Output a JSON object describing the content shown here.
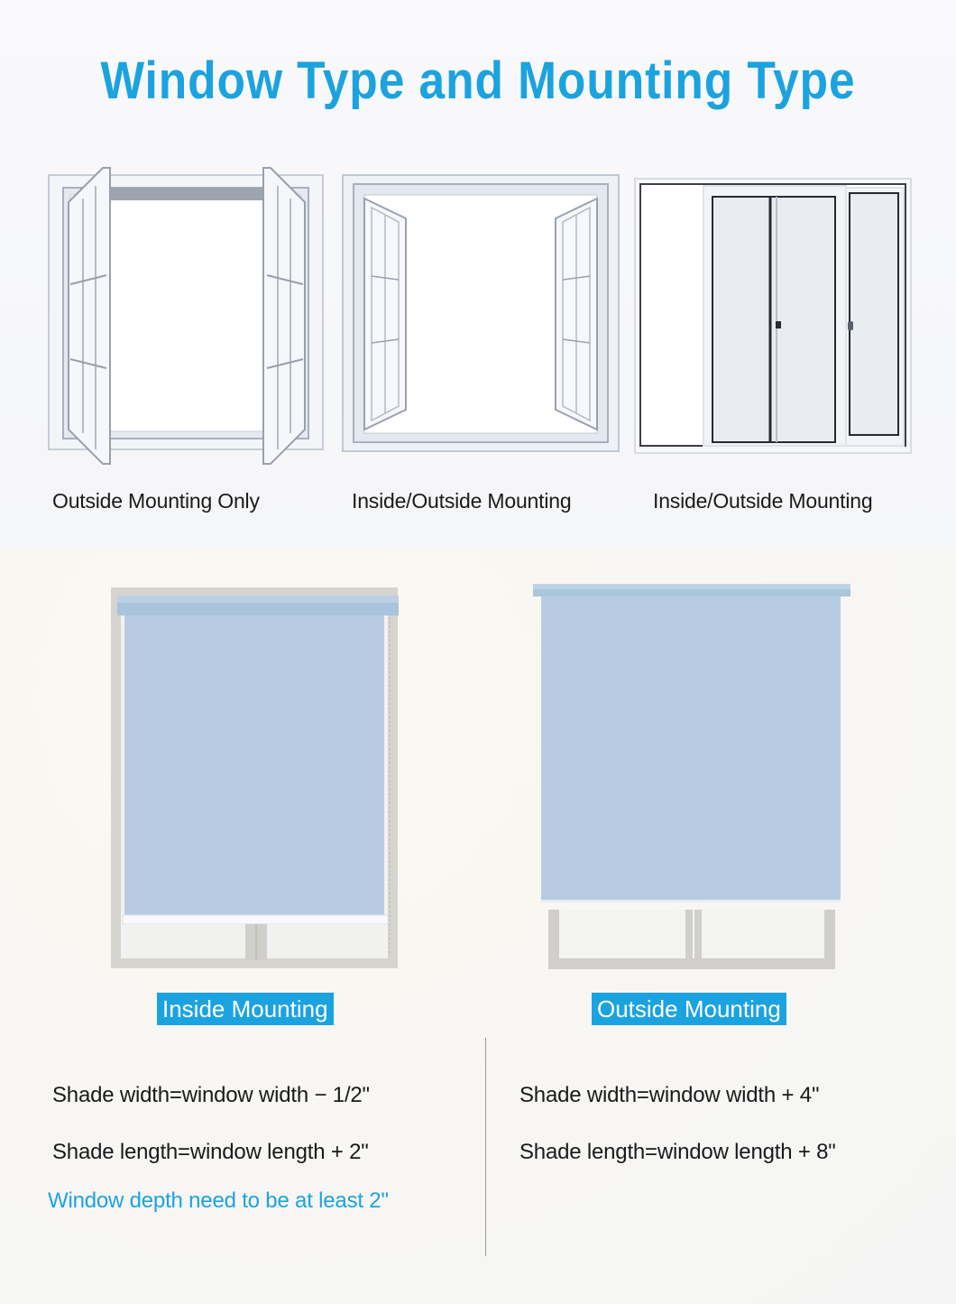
{
  "title": "Window Type and Mounting Type",
  "window_types": [
    {
      "icon": "casement-window-outward-icon",
      "caption": "Outside Mounting Only"
    },
    {
      "icon": "casement-window-inward-icon",
      "caption": "Inside/Outside Mounting"
    },
    {
      "icon": "sliding-window-icon",
      "caption": "Inside/Outside Mounting"
    }
  ],
  "mounting": {
    "inside": {
      "label": "Inside Mounting",
      "width_rule": "Shade width=window width − 1/2\"",
      "length_rule": "Shade length=window length + 2\"",
      "note": "Window depth need to be at least 2\""
    },
    "outside": {
      "label": "Outside Mounting",
      "width_rule": "Shade width=window width + 4\"",
      "length_rule": "Shade length=window length + 8\""
    }
  },
  "colors": {
    "accent": "#1ba3df",
    "shade_fabric": "#b7cce2",
    "frame_gray": "#d3d1cc",
    "text": "#1a1a1a"
  }
}
